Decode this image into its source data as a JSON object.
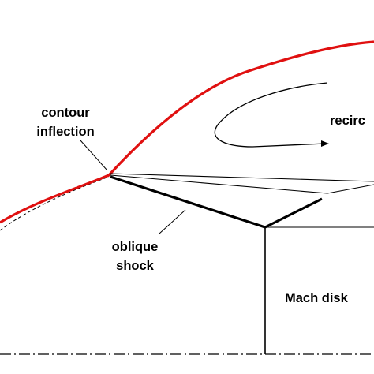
{
  "labels": {
    "contour_line1": "contour",
    "contour_line2": "inflection",
    "recirc": "recirc",
    "oblique_line1": "oblique",
    "oblique_line2": "shock",
    "mach_disk": "Mach disk"
  },
  "colors": {
    "contour": "#e01010",
    "lines": "#000000",
    "background": "#ffffff"
  }
}
